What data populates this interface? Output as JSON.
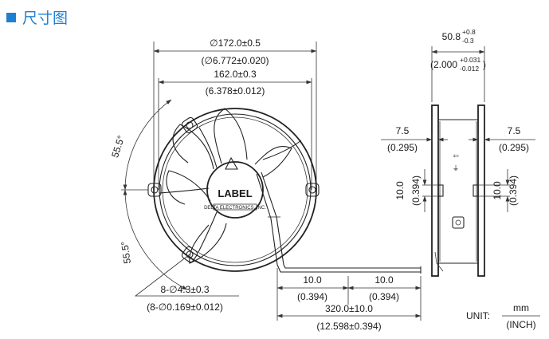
{
  "header": {
    "title": "尺寸图",
    "accent": "#1f7fd1"
  },
  "front_view": {
    "outer_diameter": {
      "mm": "∅172.0±0.5",
      "inch": "(∅6.772±0.020)"
    },
    "inner_diameter": {
      "mm": "162.0±0.3",
      "inch": "(6.378±0.012)"
    },
    "angle_top": "55.5°",
    "angle_bottom": "55.5°",
    "label_text": "LABEL",
    "label_subtext": "DELTA ELECTRONICS, INC.",
    "mounting_holes": {
      "mm": "8-∅4.3±0.3",
      "inch": "(8-∅0.169±0.012)"
    },
    "lead_segment_1": {
      "mm": "10.0",
      "inch": "(0.394)"
    },
    "lead_segment_2": {
      "mm": "10.0",
      "inch": "(0.394)"
    },
    "lead_length": {
      "mm": "320.0±10.0",
      "inch": "(12.598±0.394)"
    }
  },
  "side_view": {
    "depth": {
      "mm": "50.8",
      "tol_plus": "+0.8",
      "tol_minus": "-0.3"
    },
    "depth_inch": {
      "value": "(2.000",
      "tol_plus": "+0.031",
      "tol_minus": "-0.012",
      "close": ")"
    },
    "flange_left": {
      "mm": "7.5",
      "inch": "(0.295)"
    },
    "flange_right": {
      "mm": "7.5",
      "inch": "(0.295)"
    },
    "boss_left": {
      "mm": "10.0",
      "inch": "(0.394)"
    },
    "boss_right": {
      "mm": "10.0",
      "inch": "(0.394)"
    }
  },
  "unit": {
    "label": "UNIT:",
    "numerator": "mm",
    "denominator": "(INCH)"
  }
}
